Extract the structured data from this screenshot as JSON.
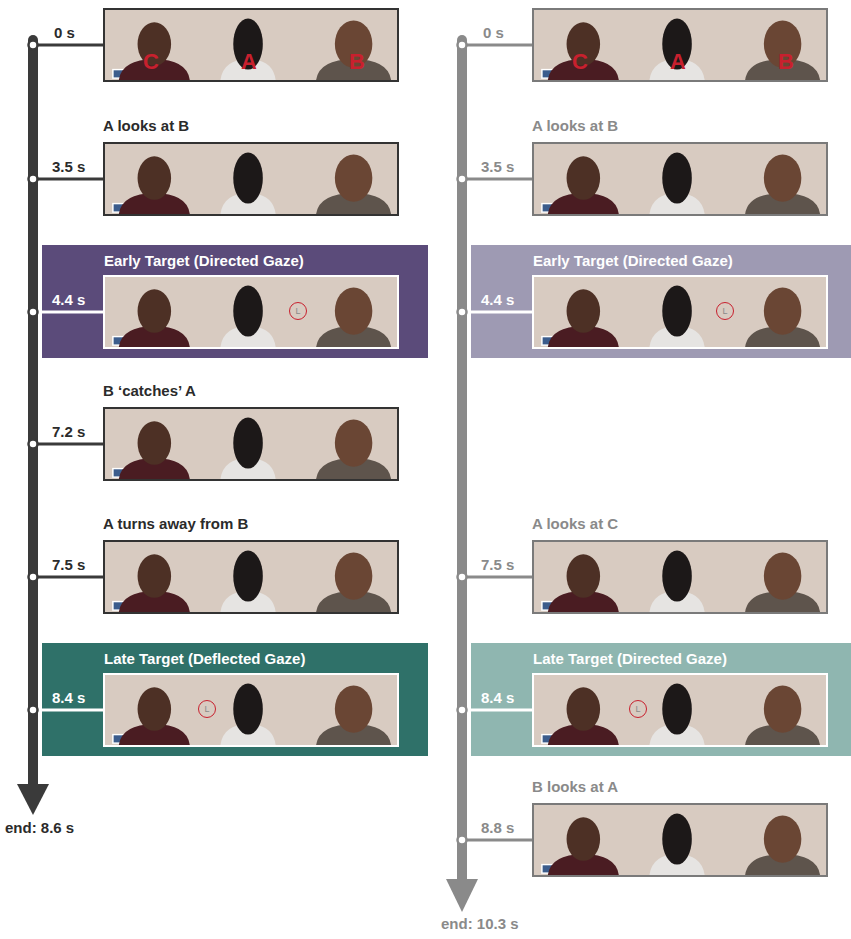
{
  "diagram": {
    "nodes": [
      {
        "text": [
          "C",
          "A",
          "B"
        ]
      },
      {
        "text": [
          "A looks at B"
        ]
      },
      {
        "text": [
          "Early Target (Directed Gaze)"
        ]
      },
      {
        "text": [
          "L"
        ],
        "in": 2
      },
      {
        "text": [
          "B ‘catches’ A"
        ]
      },
      {
        "text": [
          "A turns away from B"
        ]
      },
      {
        "text": [
          "Late Target (Deflected Gaze)"
        ]
      },
      {
        "text": [
          "L"
        ],
        "in": 6
      },
      {
        "text": [
          "C",
          "A",
          "B"
        ]
      },
      {
        "text": [
          "A looks at B"
        ]
      },
      {
        "text": [
          "Early Target (Directed Gaze)"
        ]
      },
      {
        "text": [
          "L"
        ],
        "in": 10
      },
      {
        "text": [
          "A looks at C"
        ]
      },
      {
        "text": [
          "Late Target (Directed Gaze)"
        ]
      },
      {
        "text": [
          "L"
        ],
        "in": 13
      },
      {
        "text": [
          "B looks at A"
        ]
      }
    ],
    "labels": [
      "0 s",
      "3.5 s",
      "4.4 s",
      "7.2 s",
      "7.5 s",
      "8.4 s",
      "end: 8.6 s",
      "0 s",
      "3.5 s",
      "4.4 s",
      "7.5 s",
      "8.4 s",
      "8.8 s",
      "end: 10.3 s"
    ]
  }
}
